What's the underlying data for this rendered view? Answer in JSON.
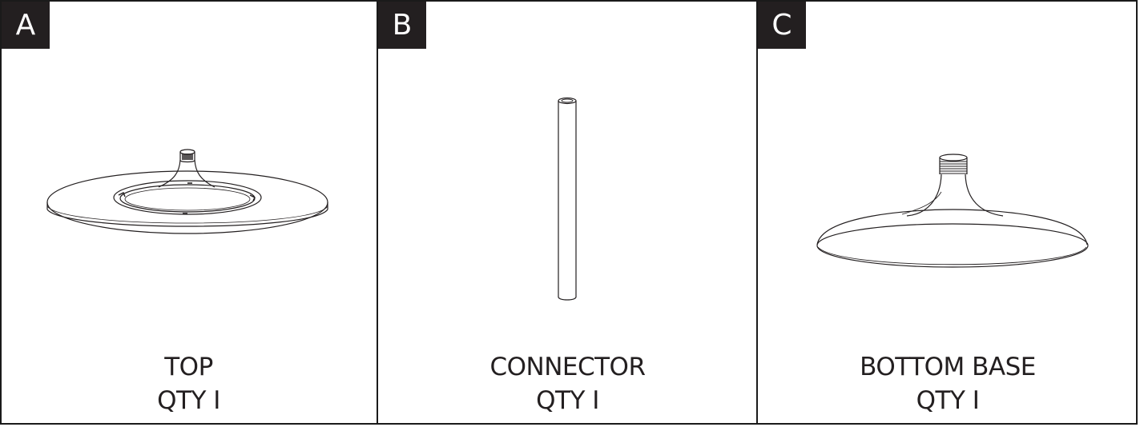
{
  "panels": [
    {
      "letter": "A",
      "name": "TOP",
      "qty": "QTY I"
    },
    {
      "letter": "B",
      "name": "CONNECTOR",
      "qty": "QTY I"
    },
    {
      "letter": "C",
      "name": "BOTTOM BASE",
      "qty": "QTY I"
    }
  ],
  "colors": {
    "ink": "#231f20",
    "background": "#ffffff"
  }
}
